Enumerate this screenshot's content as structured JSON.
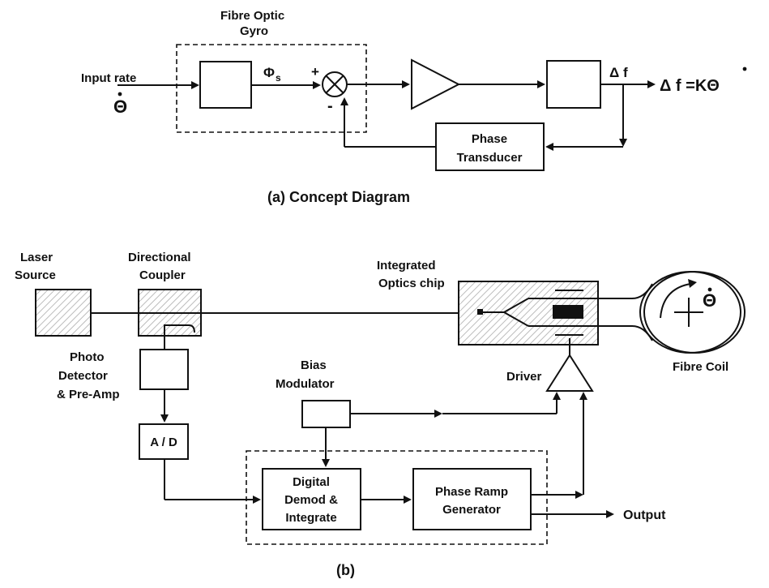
{
  "part_a": {
    "gyro_label_line1": "Fibre Optic",
    "gyro_label_line2": "Gyro",
    "input_rate_label": "Input rate",
    "input_symbol": "Θ",
    "phi_symbol": "Φ",
    "phi_subscript": "s",
    "plus_sign": "+",
    "minus_sign": "-",
    "delta_f_label": "Δ f",
    "output_equation": "Δ f =KΘ",
    "phase_transducer_line1": "Phase",
    "phase_transducer_line2": "Transducer",
    "caption": "(a) Concept Diagram"
  },
  "part_b": {
    "laser_source_line1": "Laser",
    "laser_source_line2": "Source",
    "directional_coupler_line1": "Directional",
    "directional_coupler_line2": "Coupler",
    "integrated_optics_line1": "Integrated",
    "integrated_optics_line2": "Optics chip",
    "coil_symbol": "Θ",
    "fibre_coil_label": "Fibre Coil",
    "photo_detector_line1": "Photo",
    "photo_detector_line2": "Detector",
    "photo_detector_line3": "& Pre-Amp",
    "ad_label": "A / D",
    "bias_modulator_line1": "Bias",
    "bias_modulator_line2": "Modulator",
    "driver_label": "Driver",
    "digital_demod_line1": "Digital",
    "digital_demod_line2": "Demod &",
    "digital_demod_line3": "Integrate",
    "phase_ramp_line1": "Phase Ramp",
    "phase_ramp_line2": "Generator",
    "output_label": "Output",
    "caption": "(b)"
  }
}
